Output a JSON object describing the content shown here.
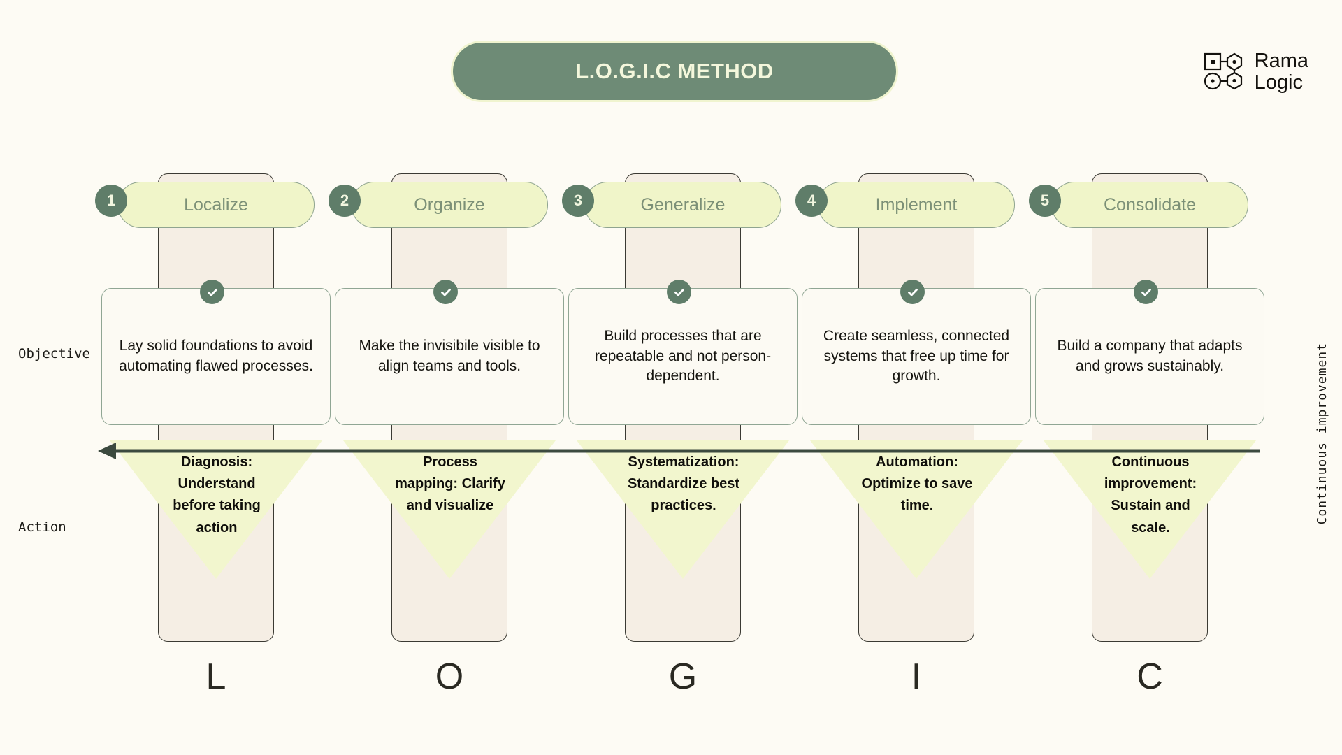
{
  "header": {
    "title": "L.O.G.I.C METHOD",
    "logo": {
      "line1": "Rama",
      "line2": "Logic",
      "icon": "node-graph-icon"
    }
  },
  "axes": {
    "objective_label": "Objective",
    "action_label": "Action",
    "continuous_label": "Continuous improvement",
    "arrow_direction": "left"
  },
  "colors": {
    "background": "#FDFBF4",
    "title_pill": "#6E8B76",
    "title_text": "#F4F7DC",
    "stage_pill": "#F0F5C9",
    "stage_pill_text": "#7C9077",
    "badge": "#5F7D69",
    "column": "#F5EEE4",
    "column_border": "#3B3A33",
    "card_border": "#90A694",
    "funnel": "#F2F6CE",
    "arrow": "#3C4A3F"
  },
  "stages": [
    {
      "number": "1",
      "name": "Localize",
      "letter": "L",
      "objective": "Lay solid foundations to avoid automating flawed processes.",
      "action": "Diagnosis: Understand before taking action"
    },
    {
      "number": "2",
      "name": "Organize",
      "letter": "O",
      "objective": "Make the invisibile visible to align teams and tools.",
      "action": "Process mapping: Clarify and visualize"
    },
    {
      "number": "3",
      "name": "Generalize",
      "letter": "G",
      "objective": "Build processes that are repeatable and not person-dependent.",
      "action": "Systematization: Standardize best practices."
    },
    {
      "number": "4",
      "name": "Implement",
      "letter": "I",
      "objective": "Create seamless, connected systems that free up time for growth.",
      "action": "Automation: Optimize to save time."
    },
    {
      "number": "5",
      "name": "Consolidate",
      "letter": "C",
      "objective": "Build a company that adapts and grows sustainably.",
      "action": "Continuous improvement: Sustain and scale."
    }
  ]
}
